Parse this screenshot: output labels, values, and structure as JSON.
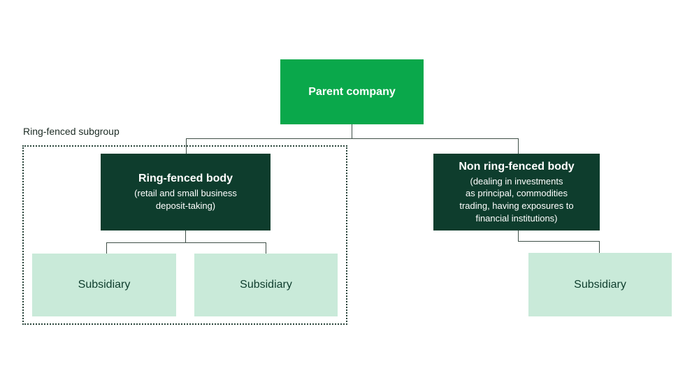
{
  "diagram": {
    "subgroup_label": "Ring-fenced subgroup",
    "nodes": {
      "parent": {
        "title": "Parent company"
      },
      "ring_fenced_body": {
        "title": "Ring-fenced body",
        "subtitle": "(retail and small business\ndeposit-taking)"
      },
      "non_ring_fenced_body": {
        "title": "Non ring-fenced body",
        "subtitle": "(dealing in investments\nas principal, commodities\ntrading, having exposures to\nfinancial institutions)"
      },
      "subsidiary_left": {
        "title": "Subsidiary"
      },
      "subsidiary_middle": {
        "title": "Subsidiary"
      },
      "subsidiary_right": {
        "title": "Subsidiary"
      }
    },
    "colors": {
      "parent_green": "#0aa84b",
      "dark_green": "#0e3d2d",
      "light_green": "#c9ead9",
      "line": "#3f4f47",
      "dot": "#29443a",
      "label_text": "#1c2b24",
      "text_light": "#ffffff"
    }
  }
}
